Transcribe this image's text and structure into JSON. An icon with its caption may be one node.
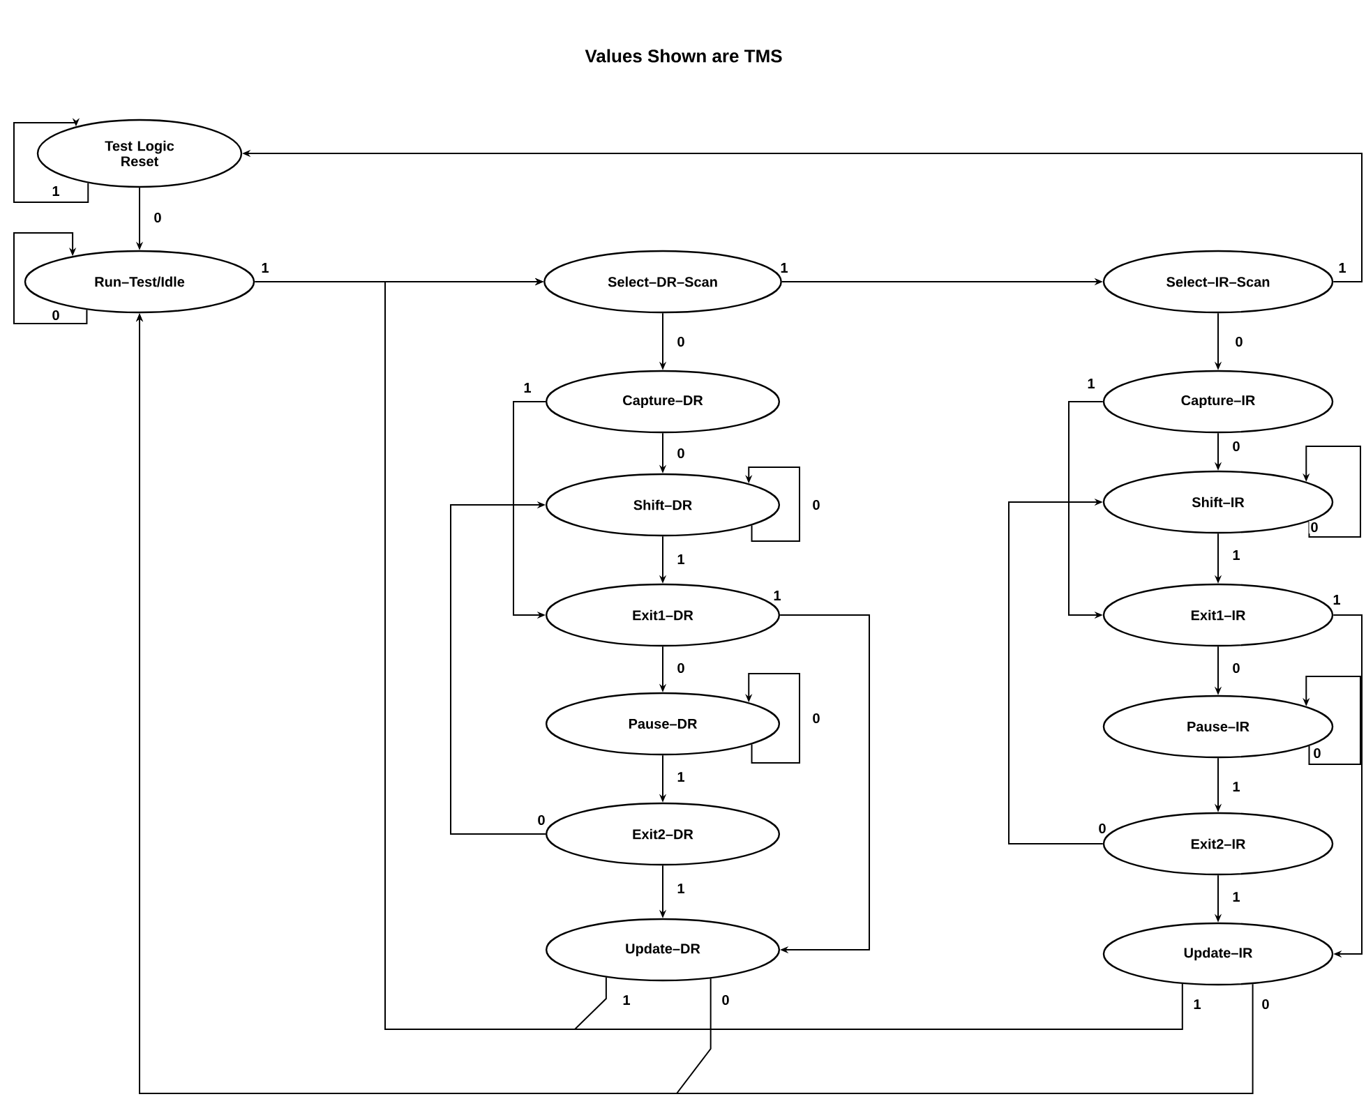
{
  "diagram": {
    "title": "Values Shown are TMS",
    "nodes": [
      {
        "text": [
          "Test Logic Reset"
        ]
      },
      {
        "text": [
          "Run–Test/Idle"
        ]
      },
      {
        "text": [
          "Select–DR–Scan"
        ]
      },
      {
        "text": [
          "Capture–DR"
        ]
      },
      {
        "text": [
          "Shift–DR"
        ]
      },
      {
        "text": [
          "Exit1–DR"
        ]
      },
      {
        "text": [
          "Pause–DR"
        ]
      },
      {
        "text": [
          "Exit2–DR"
        ]
      },
      {
        "text": [
          "Update–DR"
        ]
      },
      {
        "text": [
          "Select–IR–Scan"
        ]
      },
      {
        "text": [
          "Capture–IR"
        ]
      },
      {
        "text": [
          "Shift–IR"
        ]
      },
      {
        "text": [
          "Exit1–IR"
        ]
      },
      {
        "text": [
          "Pause–IR"
        ]
      },
      {
        "text": [
          "Exit2–IR"
        ]
      },
      {
        "text": [
          "Update–IR"
        ]
      }
    ],
    "edges": [
      {
        "from": 0,
        "to": 0,
        "arrow": "to",
        "label": "1"
      },
      {
        "from": 0,
        "to": 1,
        "arrow": "to",
        "label": "0"
      },
      {
        "from": 1,
        "to": 1,
        "arrow": "to",
        "label": "0"
      },
      {
        "from": 1,
        "to": 2,
        "arrow": "to",
        "label": "1"
      },
      {
        "from": 2,
        "to": 3,
        "arrow": "to",
        "label": "0"
      },
      {
        "from": 2,
        "to": 9,
        "arrow": "to",
        "label": "1"
      },
      {
        "from": 3,
        "to": 4,
        "arrow": "to",
        "label": "0"
      },
      {
        "from": 3,
        "to": 5,
        "arrow": "to",
        "label": "1"
      },
      {
        "from": 4,
        "to": 4,
        "arrow": "to",
        "label": "0"
      },
      {
        "from": 4,
        "to": 5,
        "arrow": "to",
        "label": "1"
      },
      {
        "from": 5,
        "to": 6,
        "arrow": "to",
        "label": "0"
      },
      {
        "from": 5,
        "to": 8,
        "arrow": "to",
        "label": "1"
      },
      {
        "from": 6,
        "to": 6,
        "arrow": "to",
        "label": "0"
      },
      {
        "from": 6,
        "to": 7,
        "arrow": "to",
        "label": "1"
      },
      {
        "from": 7,
        "to": 4,
        "arrow": "to",
        "label": "0"
      },
      {
        "from": 7,
        "to": 8,
        "arrow": "to",
        "label": "1"
      },
      {
        "from": 8,
        "to": 2,
        "arrow": "to",
        "label": "1"
      },
      {
        "from": 8,
        "to": 1,
        "arrow": "to",
        "label": "0"
      },
      {
        "from": 9,
        "to": 10,
        "arrow": "to",
        "label": "0"
      },
      {
        "from": 9,
        "to": 0,
        "arrow": "to",
        "label": "1"
      },
      {
        "from": 10,
        "to": 11,
        "arrow": "to",
        "label": "0"
      },
      {
        "from": 10,
        "to": 12,
        "arrow": "to",
        "label": "1"
      },
      {
        "from": 11,
        "to": 11,
        "arrow": "to",
        "label": "0"
      },
      {
        "from": 11,
        "to": 12,
        "arrow": "to",
        "label": "1"
      },
      {
        "from": 12,
        "to": 13,
        "arrow": "to",
        "label": "0"
      },
      {
        "from": 12,
        "to": 15,
        "arrow": "to",
        "label": "1"
      },
      {
        "from": 13,
        "to": 13,
        "arrow": "to",
        "label": "0"
      },
      {
        "from": 13,
        "to": 14,
        "arrow": "to",
        "label": "1"
      },
      {
        "from": 14,
        "to": 11,
        "arrow": "to",
        "label": "0"
      },
      {
        "from": 14,
        "to": 15,
        "arrow": "to",
        "label": "1"
      },
      {
        "from": 15,
        "to": 2,
        "arrow": "to",
        "label": "1"
      },
      {
        "from": 15,
        "to": 1,
        "arrow": "to",
        "label": "0"
      }
    ]
  }
}
